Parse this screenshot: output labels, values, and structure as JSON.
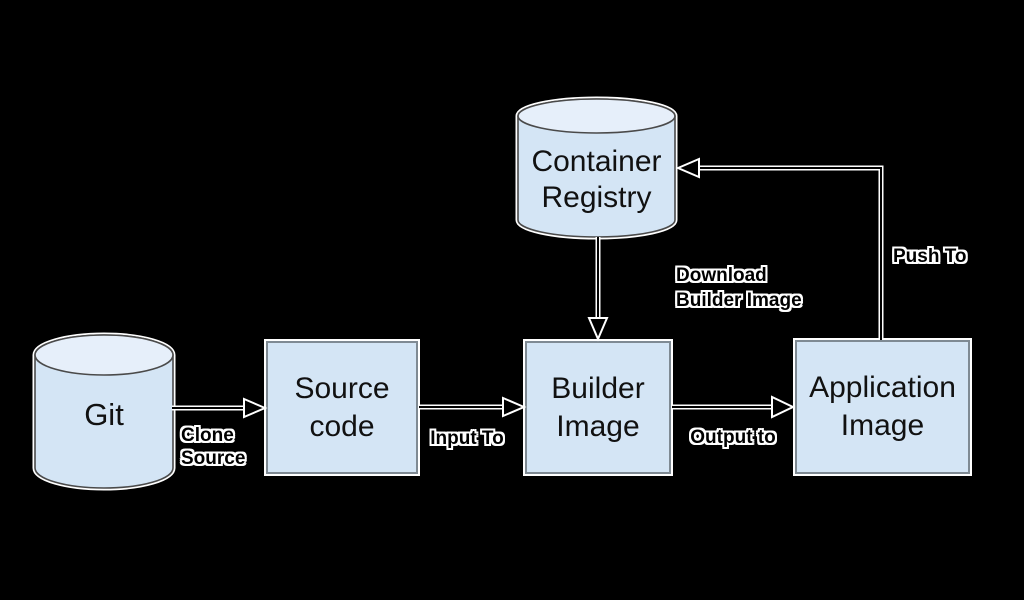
{
  "nodes": {
    "git": {
      "label": "Git",
      "shape": "cylinder"
    },
    "source_code": {
      "label": "Source\ncode",
      "shape": "box"
    },
    "builder_image": {
      "label": "Builder\nImage",
      "shape": "box"
    },
    "application_image": {
      "label": "Application\nImage",
      "shape": "box"
    },
    "container_registry": {
      "label": "Container\nRegistry",
      "shape": "cylinder"
    }
  },
  "edges": {
    "clone_source": {
      "label": "Clone\nSource",
      "from": "git",
      "to": "source_code"
    },
    "input_to": {
      "label": "Input To",
      "from": "source_code",
      "to": "builder_image"
    },
    "download_builder_image": {
      "label": "Download\nBuilder Image",
      "from": "container_registry",
      "to": "builder_image"
    },
    "output_to": {
      "label": "Output to",
      "from": "builder_image",
      "to": "application_image"
    },
    "push_to": {
      "label": "Push To",
      "from": "application_image",
      "to": "container_registry"
    }
  },
  "colors": {
    "background": "#000000",
    "shape_fill": "#d4e5f5",
    "cylinder_top_fill": "#e6effa",
    "box_border": "#7f8a93",
    "cylinder_border": "#4a4a4a",
    "line": "#000000",
    "halo": "#ffffff",
    "text": "#111111"
  }
}
